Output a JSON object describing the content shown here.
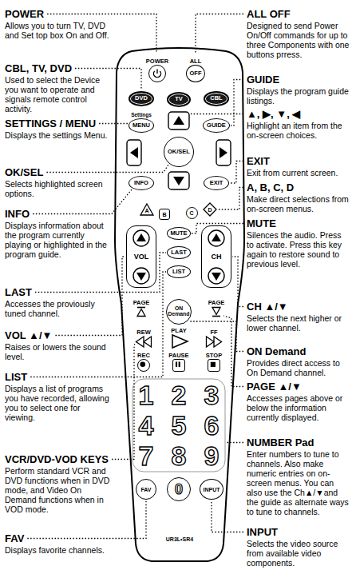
{
  "diagram": {
    "nodes": [
      {
        "text": [
          "UR3L•SR4"
        ]
      },
      {
        "text": [
          "POWER"
        ],
        "in": 0
      },
      {
        "text": [
          "ALL",
          "OFF"
        ],
        "in": 0
      },
      {
        "text": [
          "DVD"
        ],
        "in": 0
      },
      {
        "text": [
          "TV"
        ],
        "in": 0
      },
      {
        "text": [
          "CBL"
        ],
        "in": 0
      },
      {
        "text": [
          "Settings",
          "MENU"
        ],
        "in": 0
      },
      {
        "text": [
          "GUIDE"
        ],
        "in": 0
      },
      {
        "text": [
          "OK/SEL"
        ],
        "in": 0
      },
      {
        "text": [
          "INFO"
        ],
        "in": 0
      },
      {
        "text": [
          "EXIT"
        ],
        "in": 0
      },
      {
        "text": [
          "A"
        ],
        "in": 0
      },
      {
        "text": [
          "B"
        ],
        "in": 0
      },
      {
        "text": [
          "C"
        ],
        "in": 0
      },
      {
        "text": [
          "D"
        ],
        "in": 0
      },
      {
        "text": [
          "VOL"
        ],
        "in": 0
      },
      {
        "text": [
          "MUTE"
        ],
        "in": 0
      },
      {
        "text": [
          "LAST"
        ],
        "in": 0
      },
      {
        "text": [
          "LIST"
        ],
        "in": 0
      },
      {
        "text": [
          "CH"
        ],
        "in": 0
      },
      {
        "text": [
          "PAGE"
        ],
        "in": 0
      },
      {
        "text": [
          "ON Demand"
        ],
        "in": 0
      },
      {
        "text": [
          "PAGE"
        ],
        "in": 0
      },
      {
        "text": [
          "REW"
        ],
        "in": 0
      },
      {
        "text": [
          "PLAY"
        ],
        "in": 0
      },
      {
        "text": [
          "FF"
        ],
        "in": 0
      },
      {
        "text": [
          "REC"
        ],
        "in": 0
      },
      {
        "text": [
          "PAUSE"
        ],
        "in": 0
      },
      {
        "text": [
          "STOP"
        ],
        "in": 0
      },
      {
        "text": [
          "FAV"
        ],
        "in": 0
      },
      {
        "text": [
          "0"
        ],
        "in": 0
      },
      {
        "text": [
          "INPUT"
        ],
        "in": 0
      }
    ],
    "labels": [
      "POWER",
      "Allows you to turn TV, DVD and Set top box On and Off.",
      "ALL OFF",
      "Designed to send Power On/Off commands for up to three Components with one buttons prress.",
      "CBL, TV, DVD",
      "Used to select the Device you want to operate and signals remote control activity.",
      "GUIDE",
      "Displays the program guide listings.",
      "SETTINGS / MENU",
      "Displays the settings Menu.",
      "▲, ▶, ▼, ◀",
      "Highlight an item from the on-screen choices.",
      "OK/SEL",
      "Selects highlighted screen options.",
      "EXIT",
      "Exit from current screen.",
      "A, B, C, D",
      "Make direct selections from on-screen menus.",
      "INFO",
      "Displays information about the program currently playing or highlighted in the program guide.",
      "MUTE",
      "Silences the audio. Press to activate. Press this key again to restore sound to previous level.",
      "LAST",
      "Accesses the proviously tuned channel.",
      "CH ▲/▼",
      "Selects the next higher or lower channel.",
      "VOL ▲/▼",
      "Raises or lowers the sound level.",
      "ON Demand",
      "Provides direct access to On Demand channel.",
      "LIST",
      "Displays a list of programs you have recorded, allowing you to select one for viewing.",
      "PAGE ▲/▼",
      "Accesses pages above or below the information currently displayed.",
      "NUMBER Pad",
      "Enter numbers to tune to channels. Also make numeric entries on on-screen menus. You can also use the Ch▲/▼and the guide as alternate ways to tune to channels.",
      "VCR/DVD-VOD KEYS",
      "Perform standard VCR and DVD functions when in DVD mode, and Video On Demand functions when in VOD mode.",
      "INPUT",
      "Selects the video source from available video components.",
      "FAV",
      "Displays favorite channels.",
      "1",
      "2",
      "3",
      "4",
      "5",
      "6",
      "7",
      "8",
      "9"
    ]
  }
}
